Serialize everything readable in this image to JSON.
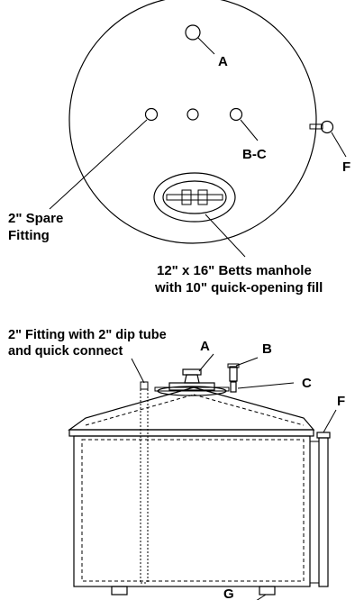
{
  "top_view": {
    "label_a": "A",
    "label_bc": "B-C",
    "label_f": "F",
    "spare_line1": "2\" Spare",
    "spare_line2": "Fitting",
    "manhole_line1": "12\" x 16\" Betts manhole",
    "manhole_line2": "with 10\" quick-opening fill"
  },
  "side_view": {
    "fitting_line1": "2\" Fitting with 2\" dip tube",
    "fitting_line2": "and quick connect",
    "label_a": "A",
    "label_b": "B",
    "label_c": "C",
    "label_f": "F",
    "label_g": "G"
  }
}
